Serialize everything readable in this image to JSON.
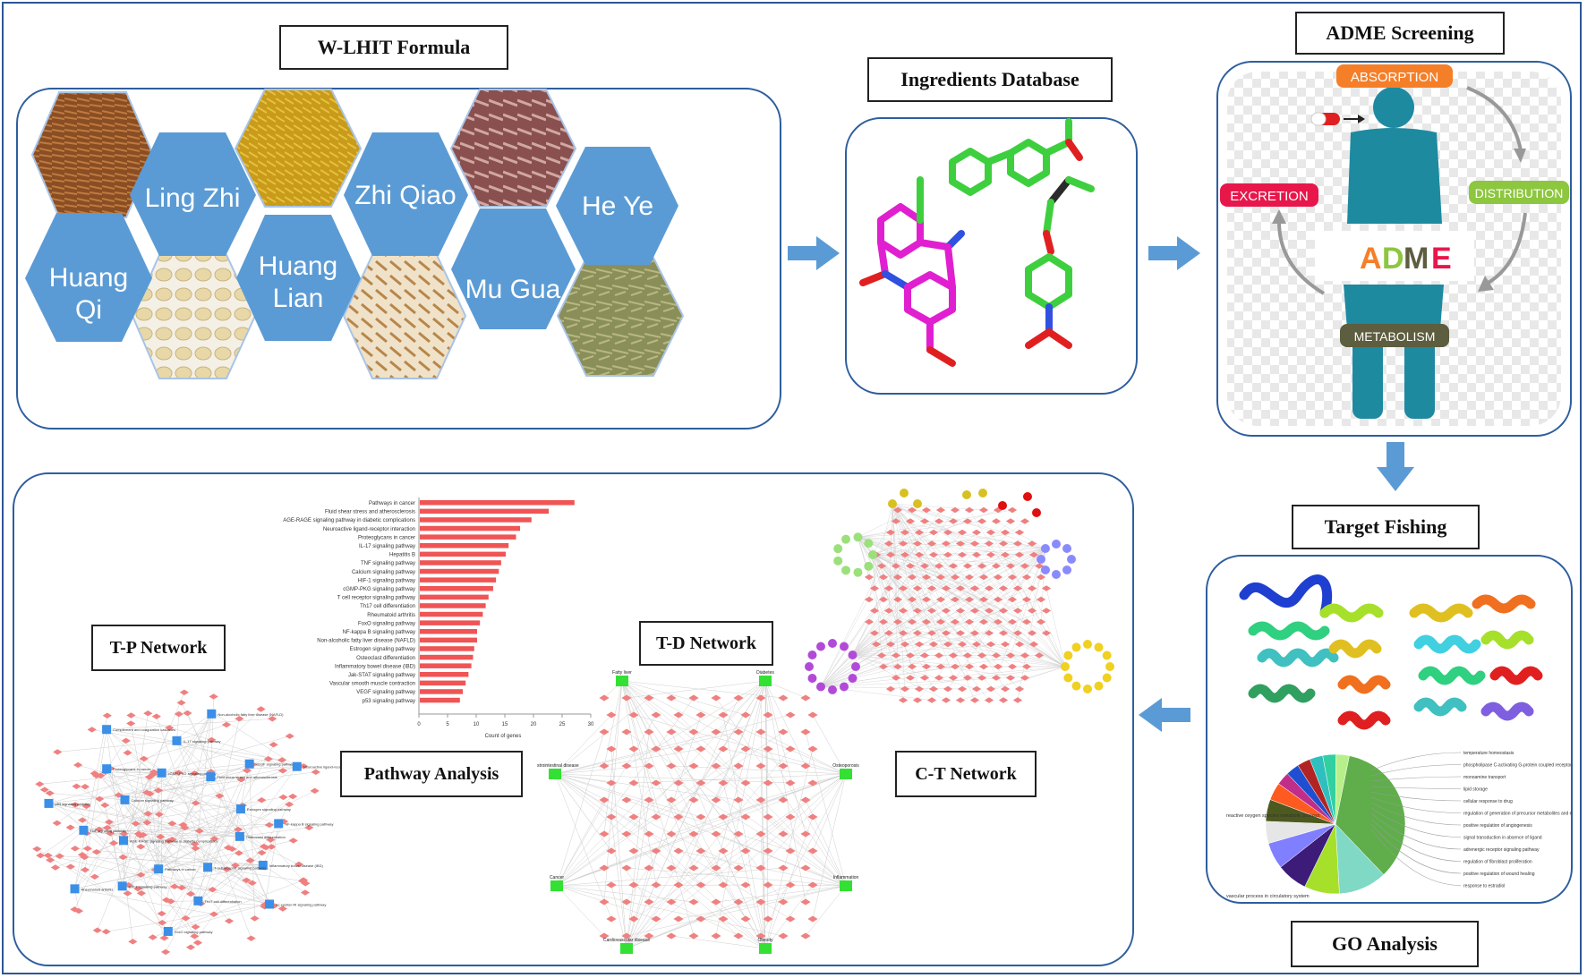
{
  "colors": {
    "panel_border": "#2e5e9e",
    "hex_fill": "#5b9bd5",
    "arrow": "#5b9bd5",
    "node_pink": "#f08080",
    "node_blue": "#3a8fe8",
    "node_green": "#33e033",
    "bar_red": "#f05454"
  },
  "formula": {
    "title": "W-LHIT Formula",
    "herbs": [
      "Huang Qi",
      "Ling Zhi",
      "Huang Lian",
      "Zhi Qiao",
      "Mu Gua",
      "He Ye"
    ],
    "herb_lines": {
      "huang_qi": [
        "Huang",
        "Qi"
      ],
      "ling_zhi": "Ling Zhi",
      "huang_lian": [
        "Huang",
        "Lian"
      ],
      "zhi_qiao": "Zhi Qiao",
      "mu_gua": "Mu Gua",
      "he_ye": "He Ye"
    }
  },
  "ingredients": {
    "title": "Ingredients Database"
  },
  "adme": {
    "title": "ADME Screening",
    "center": [
      "A",
      "D",
      "M",
      "E"
    ],
    "absorption": "ABSORPTION",
    "distribution": "DISTRIBUTION",
    "metabolism": "METABOLISM",
    "excretion": "EXCRETION",
    "colors": {
      "a": "#f57f29",
      "d": "#8dc63f",
      "m": "#5d5d3f",
      "e": "#e8174b",
      "body": "#1d8aa0"
    }
  },
  "target_fishing": {
    "title": "Target Fishing"
  },
  "go": {
    "title": "GO Analysis",
    "left_labels": [
      "reactive oxygen species metabolic process",
      "vascular process in circulatory system"
    ],
    "right_labels": [
      "temperature homeostasis",
      "phospholipase C-activating G-protein coupled receptor signaling pathway",
      "monoamine transport",
      "lipid storage",
      "cellular response to drug",
      "regulation of generation of precursor metabolites and energy",
      "positive regulation of angiogenesis",
      "signal transduction in absence of ligand",
      "adrenergic receptor signaling pathway",
      "regulation of fibroblast proliferation",
      "positive regulation of wound healing",
      "response to estradiol"
    ],
    "slices": [
      {
        "value": 34,
        "color": "#5fae4b"
      },
      {
        "value": 11,
        "color": "#7fd9c4"
      },
      {
        "value": 8,
        "color": "#a6e02b"
      },
      {
        "value": 7,
        "color": "#3d1b78"
      },
      {
        "value": 6,
        "color": "#7f7fff"
      },
      {
        "value": 5,
        "color": "#e6e6e6"
      },
      {
        "value": 5,
        "color": "#4d5a1f"
      },
      {
        "value": 4,
        "color": "#ff5a1f"
      },
      {
        "value": 3,
        "color": "#c02e8a"
      },
      {
        "value": 3,
        "color": "#1f4fd0"
      },
      {
        "value": 3,
        "color": "#b22424"
      },
      {
        "value": 3,
        "color": "#2fbfbf"
      },
      {
        "value": 3,
        "color": "#30d0a0"
      },
      {
        "value": 3,
        "color": "#b7f08a"
      }
    ]
  },
  "pathway": {
    "title": "Pathway Analysis",
    "chart_data": {
      "type": "bar",
      "orientation": "horizontal",
      "xlabel": "Count of genes",
      "xticks": [
        0,
        5,
        10,
        15,
        20,
        25,
        30
      ],
      "categories": [
        "Pathways in cancer",
        "Fluid shear stress and atherosclerosis",
        "AGE-RAGE signaling pathway in diabetic complications",
        "Neuroactive ligand-receptor interaction",
        "Proteoglycans in cancer",
        "IL-17 signaling pathway",
        "Hepatitis B",
        "TNF signaling pathway",
        "Calcium signaling pathway",
        "HIF-1 signaling pathway",
        "cGMP-PKG signaling pathway",
        "T cell receptor signaling pathway",
        "Th17 cell differentiation",
        "Rheumatoid arthritis",
        "FoxO signaling pathway",
        "NF-kappa B signaling pathway",
        "Non-alcoholic fatty liver disease (NAFLD)",
        "Estrogen signaling pathway",
        "Osteoclast differentiation",
        "Inflammatory bowel disease (IBD)",
        "Jak-STAT signaling pathway",
        "Vascular smooth muscle contraction",
        "VEGF signaling pathway",
        "p53 signaling pathway"
      ],
      "values": [
        27,
        22.5,
        19.5,
        17.5,
        16.8,
        15.5,
        15,
        14.2,
        13.8,
        13.3,
        12.8,
        12,
        11.5,
        11,
        10.5,
        10,
        10,
        9.5,
        9.3,
        9,
        8.5,
        8,
        7.5,
        7
      ],
      "xlim": [
        0,
        30
      ]
    }
  },
  "tp_network": {
    "title": "T-P Network",
    "pathway_nodes": [
      "Osteoclast differentiation",
      "Inflammatory bowel disease (IBD)",
      "Fc epsilon RI signaling pathway",
      "T cell receptor signaling pathway",
      "Th17 cell differentiation",
      "FoxO signaling pathway",
      "Pathways in cancer",
      "HIF-1 signaling pathway",
      "Rheumatoid arthritis",
      "AGE-RAGE signaling pathway in diabetic complications",
      "TNF signaling pathway",
      "p53 signaling pathway",
      "Calcium signaling pathway",
      "Proteoglycans in cancer",
      "Complement and coagulation cascades",
      "cGMP-PKG signaling pathway",
      "IL-17 signaling pathway",
      "Non-alcoholic fatty liver disease (NAFLD)",
      "Fluid shear stress and atherosclerosis",
      "VEGF signaling pathway",
      "Neuroactive ligand-receptor interaction",
      "Estrogen signaling pathway",
      "NF-kappa B signaling pathway"
    ]
  },
  "td_network": {
    "title": "T-D Network",
    "disease_nodes": [
      "Fatty liver",
      "Diabetes",
      "Gastrointestinal disease",
      "Osteoporosis",
      "Cancer",
      "Inflammation",
      "Cardiovascular disease",
      "Obesity"
    ]
  },
  "ct_network": {
    "title": "C-T Network"
  }
}
